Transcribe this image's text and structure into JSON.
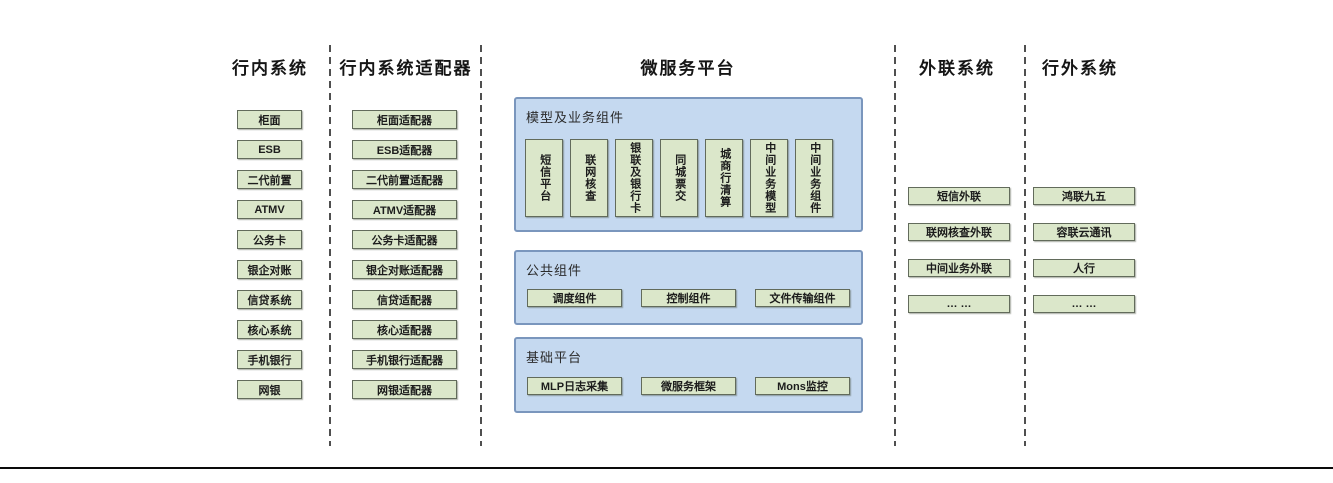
{
  "colors": {
    "box_fill": "#dbe7ca",
    "box_border": "#626b5b",
    "panel_fill": "#c5d9f0",
    "panel_border": "#7a96bd",
    "divider": "#4f4f4f",
    "baseline": "#0a0a0a"
  },
  "columns": {
    "internal": {
      "title": "行内系统",
      "items": [
        "柜面",
        "ESB",
        "二代前置",
        "ATMV",
        "公务卡",
        "银企对账",
        "信贷系统",
        "核心系统",
        "手机银行",
        "网银"
      ]
    },
    "adapters": {
      "title": "行内系统适配器",
      "items": [
        "柜面适配器",
        "ESB适配器",
        "二代前置适配器",
        "ATMV适配器",
        "公务卡适配器",
        "银企对账适配器",
        "信贷适配器",
        "核心适配器",
        "手机银行适配器",
        "网银适配器"
      ]
    },
    "platform": {
      "title": "微服务平台",
      "sections": {
        "model": {
          "title": "模型及业务组件",
          "items": [
            "短信平台",
            "联网核查",
            "银联及银行卡",
            "同城票交",
            "城商行清算",
            "中间业务模型",
            "中间业务组件"
          ]
        },
        "common": {
          "title": "公共组件",
          "items": [
            "调度组件",
            "控制组件",
            "文件传输组件"
          ]
        },
        "base": {
          "title": "基础平台",
          "items": [
            "MLP日志采集",
            "微服务框架",
            "Mons监控"
          ]
        }
      }
    },
    "outreach": {
      "title": "外联系统",
      "items": [
        "短信外联",
        "联网核查外联",
        "中间业务外联",
        "… …"
      ]
    },
    "external": {
      "title": "行外系统",
      "items": [
        "鸿联九五",
        "容联云通讯",
        "人行",
        "… …"
      ]
    }
  }
}
